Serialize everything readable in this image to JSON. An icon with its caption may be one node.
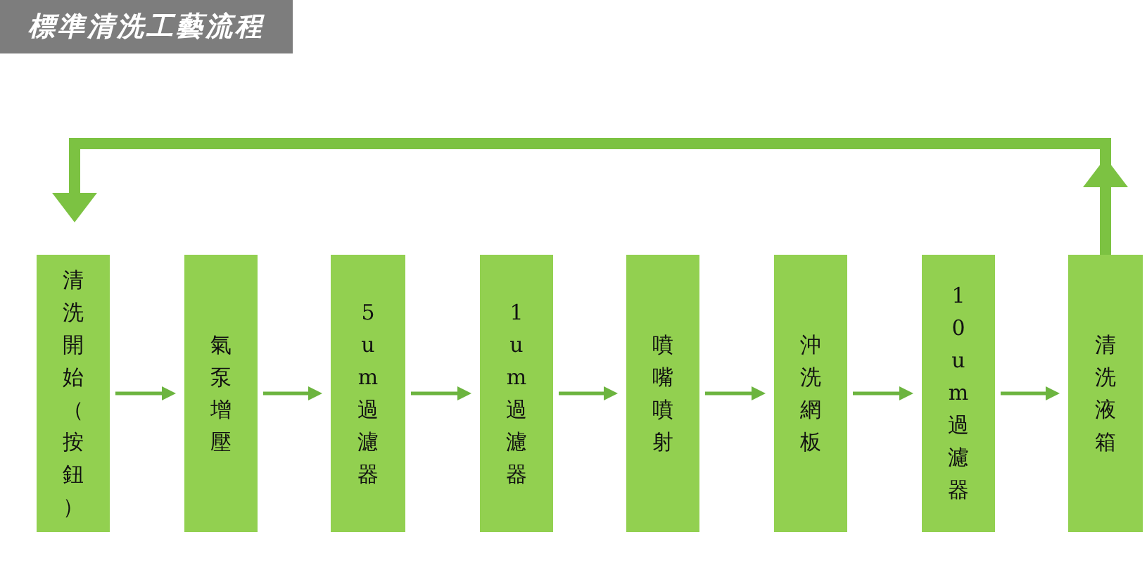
{
  "diagram": {
    "title": "標準清洗工藝流程",
    "nodes": [
      {
        "text": [
          "清洗開始（按鈕）"
        ]
      },
      {
        "text": [
          "氣泵增壓"
        ]
      },
      {
        "text": [
          "5um過濾器"
        ]
      },
      {
        "text": [
          "1um過濾器"
        ]
      },
      {
        "text": [
          "噴嘴噴射"
        ]
      },
      {
        "text": [
          "沖洗網板"
        ]
      },
      {
        "text": [
          "10um過濾器"
        ]
      },
      {
        "text": [
          "清洗液箱"
        ]
      }
    ],
    "edges": [
      {
        "from": 0,
        "to": 1,
        "arrow": "to"
      },
      {
        "from": 1,
        "to": 2,
        "arrow": "to"
      },
      {
        "from": 2,
        "to": 3,
        "arrow": "to"
      },
      {
        "from": 3,
        "to": 4,
        "arrow": "to"
      },
      {
        "from": 4,
        "to": 5,
        "arrow": "to"
      },
      {
        "from": 5,
        "to": 6,
        "arrow": "to"
      },
      {
        "from": 6,
        "to": 7,
        "arrow": "to"
      },
      {
        "from": 7,
        "to": 0,
        "arrow": "to",
        "style": "thick"
      }
    ]
  }
}
